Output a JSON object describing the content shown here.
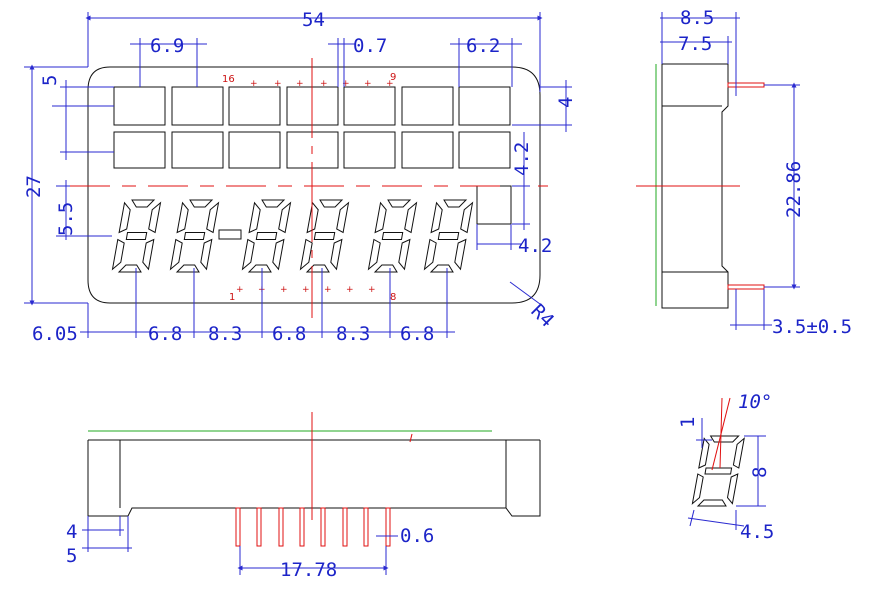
{
  "front_view": {
    "dims": {
      "width": "54",
      "digit_width": "6.9",
      "gap": "0.7",
      "right_digit": "6.2",
      "top_row": "5",
      "row_height": "4",
      "square": "4.2",
      "height": "27",
      "mid": "5.5",
      "square_w": "4.2",
      "radius": "R4",
      "left_offset": "6.05",
      "pitch_a": "6.8",
      "pitch_b": "8.3",
      "pitch_c": "6.8",
      "pitch_d": "8.3",
      "pitch_e": "6.8"
    },
    "pin_labels": {
      "top_left": "16",
      "top_right": "9",
      "bottom_left": "1",
      "bottom_right": "8"
    }
  },
  "side_view": {
    "dims": {
      "outer": "8.5",
      "inner": "7.5",
      "pin_span": "22.86",
      "pin_len": "3.5±0.5"
    }
  },
  "bottom_view": {
    "dims": {
      "a": "4",
      "b": "5",
      "pin_w": "0.6",
      "pin_span": "17.78"
    }
  },
  "digit_detail": {
    "dims": {
      "angle": "10°",
      "seg": "1",
      "height": "8",
      "width": "4.5"
    }
  }
}
